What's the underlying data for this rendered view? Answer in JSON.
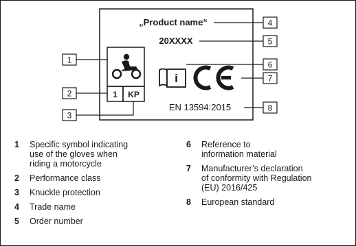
{
  "label": {
    "product_name": "„Product name“",
    "order_number": "20XXXX",
    "performance_class": "1",
    "knuckle_protection": "KP",
    "standard": "EN 13594:2015",
    "ce_mark": "CE",
    "info_symbol": "i"
  },
  "callouts": [
    "1",
    "2",
    "3",
    "4",
    "5",
    "6",
    "7",
    "8"
  ],
  "icons": [
    "motorcycle-icon",
    "information-book-icon",
    "ce-mark"
  ],
  "legend": {
    "left": [
      {
        "num": "1",
        "text": "Specific symbol indicating\nuse of the gloves when\nriding a motorcycle"
      },
      {
        "num": "2",
        "text": "Performance class"
      },
      {
        "num": "3",
        "text": "Knuckle protection"
      },
      {
        "num": "4",
        "text": "Trade name"
      },
      {
        "num": "5",
        "text": "Order number"
      }
    ],
    "right": [
      {
        "num": "6",
        "text": "Reference to\ninformation material"
      },
      {
        "num": "7",
        "text": "Manufacturer’s declaration\nof conformity with Regulation\n(EU) 2016/425"
      },
      {
        "num": "8",
        "text": "European standard"
      }
    ]
  }
}
